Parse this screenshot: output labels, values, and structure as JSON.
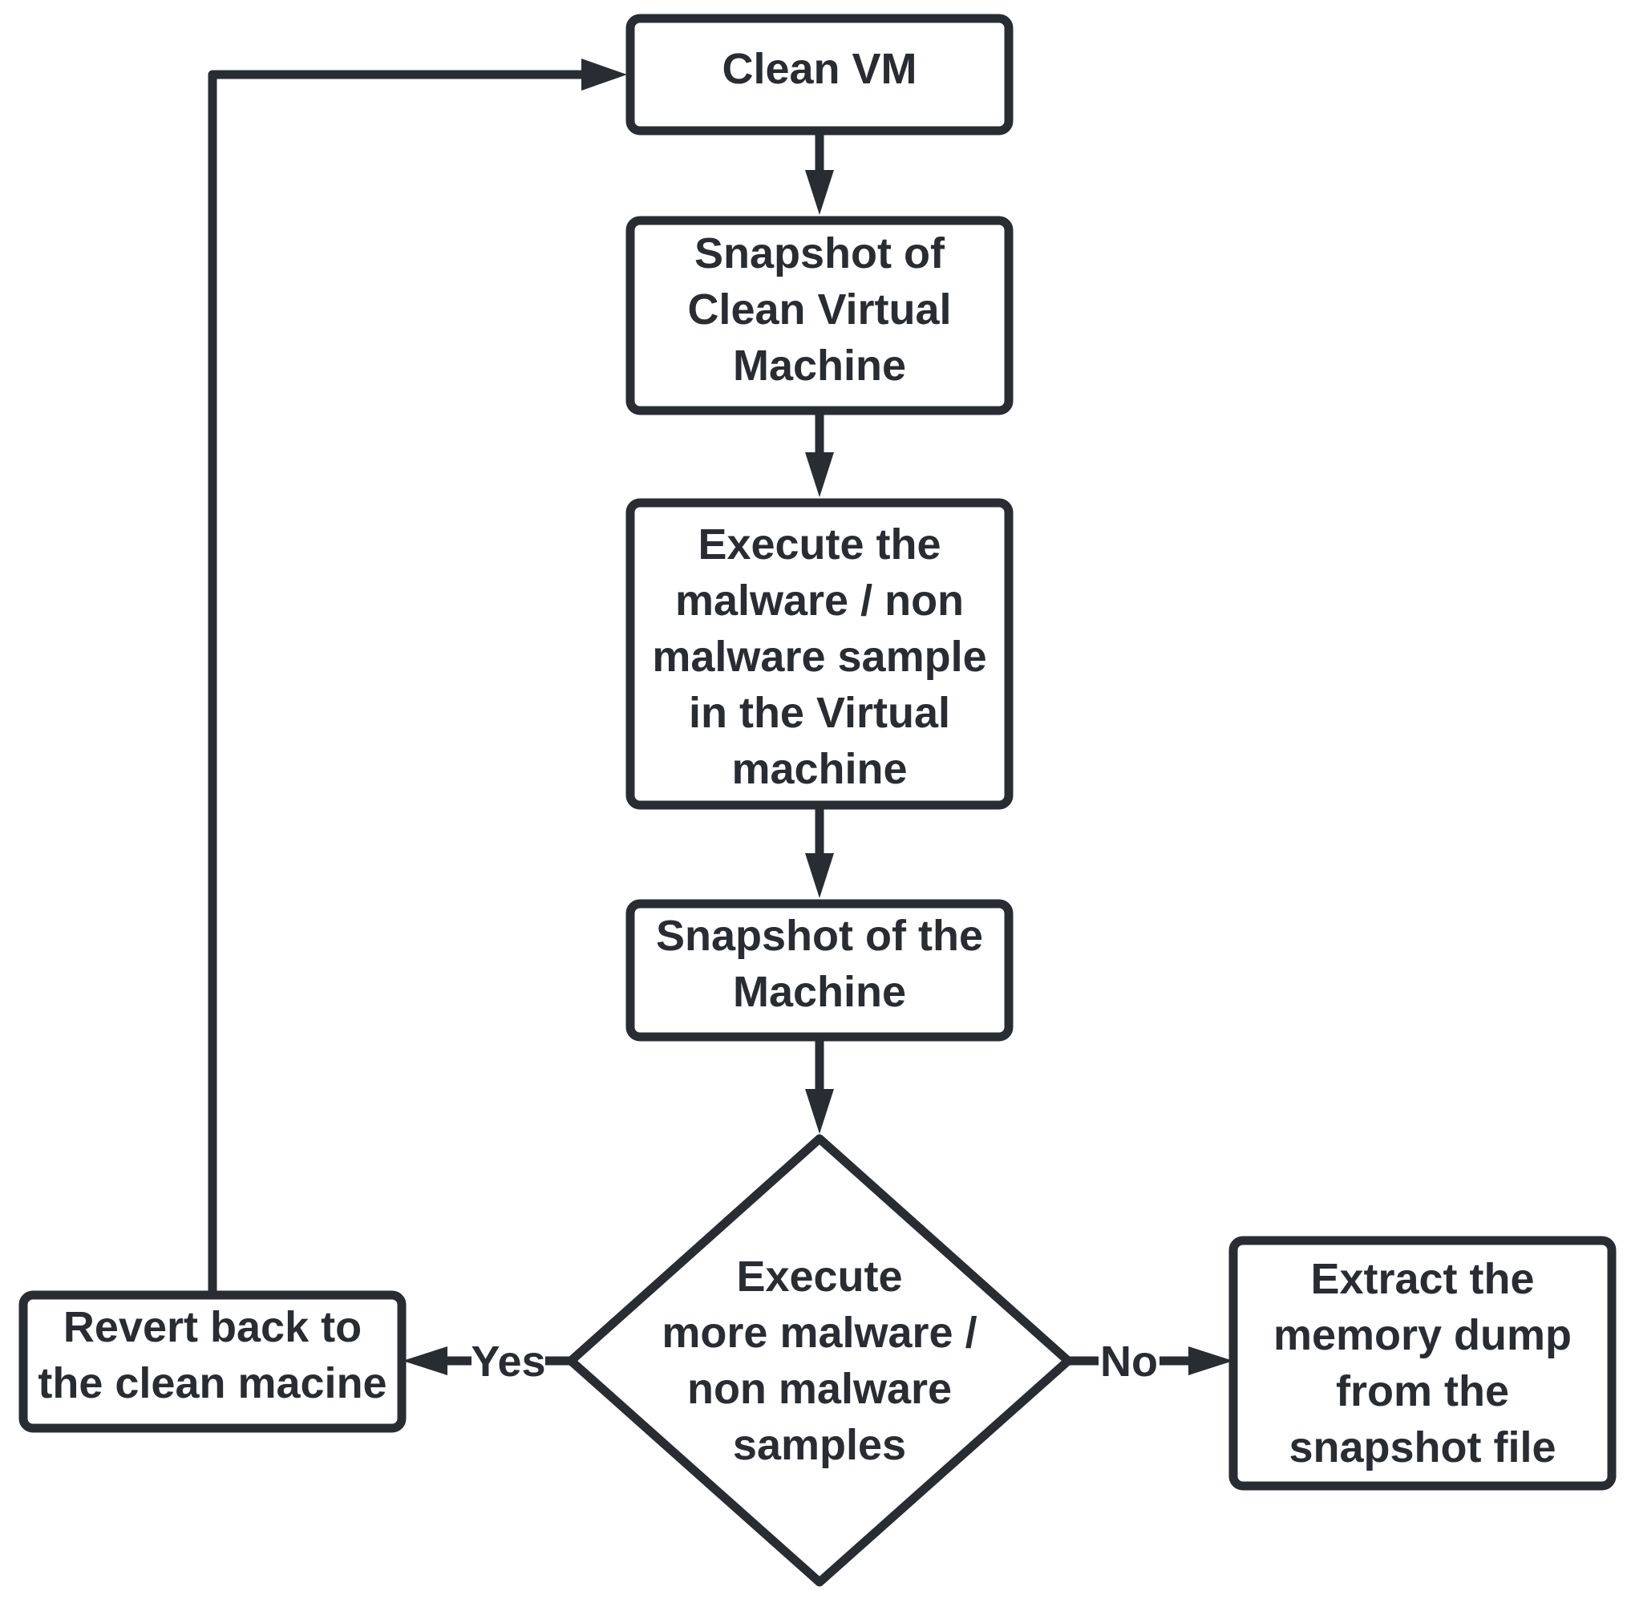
{
  "colors": {
    "stroke": "#282c33",
    "text": "#282c33",
    "fill": "#ffffff",
    "background": "#ffffff"
  },
  "nodes": {
    "clean_vm": {
      "lines": [
        "Clean VM"
      ]
    },
    "snapshot_clean": {
      "lines": [
        "Snapshot of",
        "Clean Virtual",
        "Machine"
      ]
    },
    "execute_sample": {
      "lines": [
        "Execute the",
        "malware / non",
        "malware sample",
        "in the Virtual",
        "machine"
      ]
    },
    "snapshot_machine": {
      "lines": [
        "Snapshot of the",
        "Machine"
      ]
    },
    "decision_more": {
      "lines": [
        "Execute",
        "more malware /",
        "non malware",
        "samples"
      ]
    },
    "revert": {
      "lines": [
        "Revert back to",
        "the clean macine"
      ]
    },
    "extract": {
      "lines": [
        "Extract the",
        "memory dump",
        "from the",
        "snapshot file"
      ]
    }
  },
  "edges": {
    "yes_label": "Yes",
    "no_label": "No"
  }
}
